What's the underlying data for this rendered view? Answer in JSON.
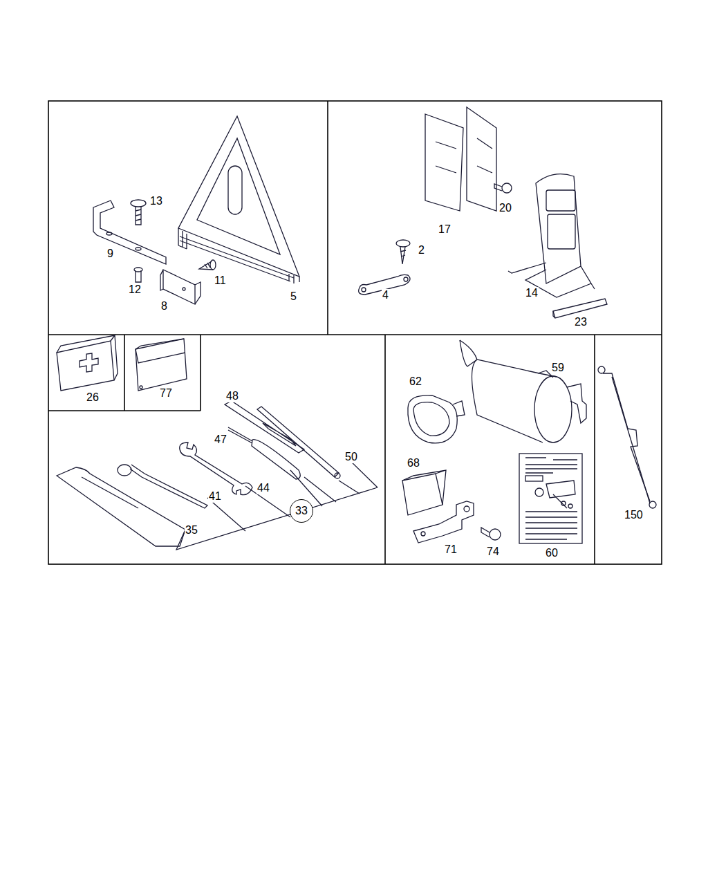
{
  "diagram": {
    "nodes": [
      {
        "text": [
          "33"
        ]
      }
    ],
    "labels": [
      "13",
      "9",
      "12",
      "8",
      "11",
      "5",
      "17",
      "20",
      "2",
      "4",
      "14",
      "23",
      "26",
      "77",
      "48",
      "47",
      "50",
      "41",
      "44",
      "35",
      "62",
      "59",
      "68",
      "71",
      "74",
      "60",
      "150"
    ]
  }
}
